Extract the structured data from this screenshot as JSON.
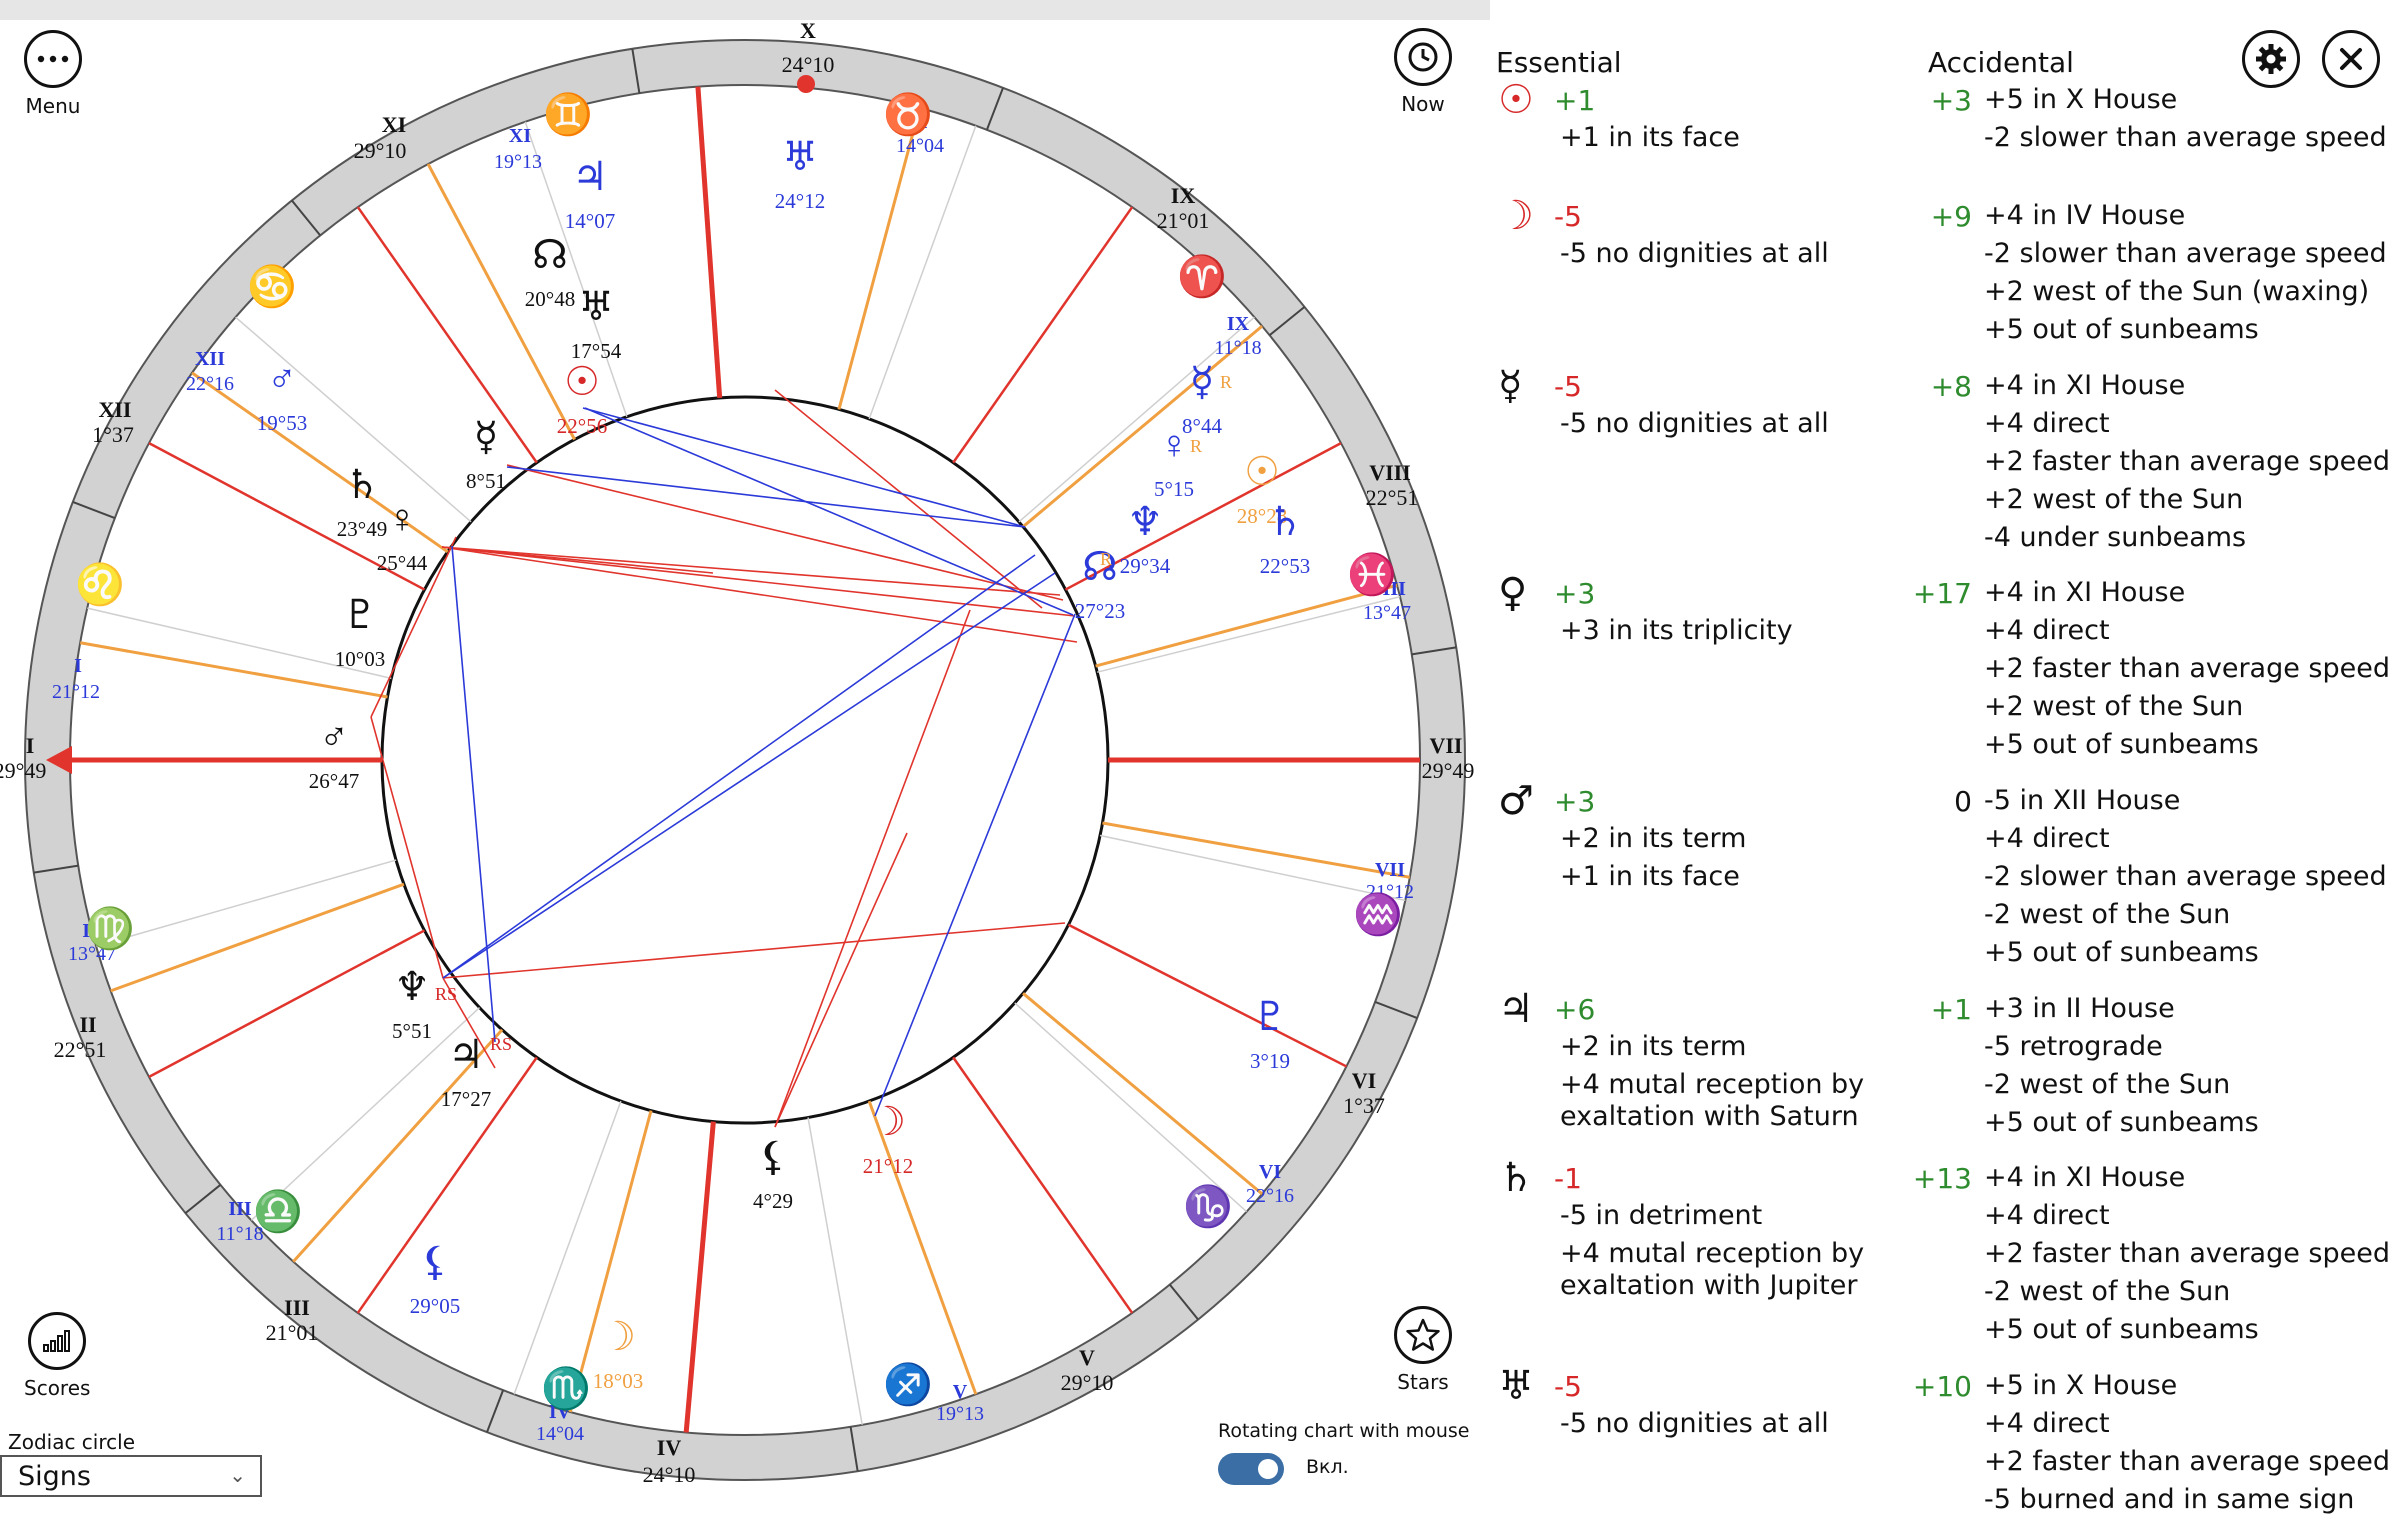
{
  "menu": {
    "label": "Menu",
    "icon": "more-icon"
  },
  "now": {
    "label": "Now",
    "icon": "clock-icon"
  },
  "scores": {
    "label": "Scores",
    "icon": "signal-bars-icon"
  },
  "stars": {
    "label": "Stars",
    "icon": "star-icon"
  },
  "settings_icon": "gear-icon",
  "close_icon": "close-icon",
  "zodiac_circle": {
    "label": "Zodiac circle",
    "value": "Signs"
  },
  "rotating": {
    "label": "Rotating chart with mouse",
    "state": "Вкл.",
    "on": true
  },
  "chart": {
    "houses": [
      {
        "num": "X",
        "deg": "24°10"
      },
      {
        "num": "XI",
        "deg": "29°10"
      },
      {
        "num": "XII",
        "deg": "1°37"
      },
      {
        "num": "I",
        "deg": "29°49"
      },
      {
        "num": "II",
        "deg": "22°51"
      },
      {
        "num": "III",
        "deg": "21°01"
      },
      {
        "num": "IV",
        "deg": "24°10"
      },
      {
        "num": "V",
        "deg": "29°10"
      },
      {
        "num": "VI",
        "deg": "1°37"
      },
      {
        "num": "VII",
        "deg": "29°49"
      },
      {
        "num": "VIII",
        "deg": "22°51"
      },
      {
        "num": "IX",
        "deg": "21°01"
      }
    ],
    "cusps_blue": [
      {
        "num": "X",
        "deg": "14°04"
      },
      {
        "num": "XI",
        "deg": "19°13"
      },
      {
        "num": "XII",
        "deg": "22°16"
      },
      {
        "num": "I",
        "deg": "21°12"
      },
      {
        "num": "II",
        "deg": "13°47"
      },
      {
        "num": "III",
        "deg": "11°18"
      },
      {
        "num": "IV",
        "deg": "14°04"
      },
      {
        "num": "V",
        "deg": "19°13"
      },
      {
        "num": "VI",
        "deg": "22°16"
      },
      {
        "num": "VII",
        "deg": "21°12"
      },
      {
        "num": "VIII",
        "deg": "13°47"
      },
      {
        "num": "IX",
        "deg": "11°18"
      }
    ],
    "planets": [
      {
        "glyph": "♅",
        "deg": "24°12"
      },
      {
        "glyph": "♃",
        "deg": "14°07"
      },
      {
        "glyph": "☊",
        "deg": "20°48"
      },
      {
        "glyph": "♅",
        "deg": "17°54"
      },
      {
        "glyph": "☉",
        "deg": "22°56"
      },
      {
        "glyph": "♂",
        "deg": "19°53"
      },
      {
        "glyph": "☿",
        "deg": "8°51"
      },
      {
        "glyph": "♄",
        "deg": "23°49"
      },
      {
        "glyph": "♀",
        "deg": "25°44"
      },
      {
        "glyph": "♇",
        "deg": "10°03"
      },
      {
        "glyph": "♂",
        "deg": "26°47"
      },
      {
        "glyph": "♆",
        "deg": "5°51"
      },
      {
        "glyph": "♃",
        "deg": "17°27"
      },
      {
        "glyph": "⚸",
        "deg": "4°29"
      },
      {
        "glyph": "☽",
        "deg": "21°12"
      },
      {
        "glyph": "⚸",
        "deg": "29°05"
      },
      {
        "glyph": "☽",
        "deg": "18°03"
      },
      {
        "glyph": "♇",
        "deg": "3°19"
      },
      {
        "glyph": "☿",
        "deg": "8°44"
      },
      {
        "glyph": "♀",
        "deg": "5°15"
      },
      {
        "glyph": "☉",
        "deg": "28°28"
      },
      {
        "glyph": "♄",
        "deg": "22°53"
      },
      {
        "glyph": "♆",
        "deg": "29°34"
      },
      {
        "glyph": "☊",
        "deg": "27°23"
      }
    ],
    "retro_marks": [
      "R",
      "R",
      "R",
      "RS",
      "RS"
    ]
  },
  "panel": {
    "essential_header": "Essential",
    "accidental_header": "Accidental",
    "rows": [
      {
        "icon": "sun-icon",
        "glyph": "☉",
        "ess_score": "+1",
        "ess_lines": [
          "+1 in its face"
        ],
        "acc_score": "+3",
        "acc_lines": [
          "+5 in X House",
          "-2 slower than average speed"
        ]
      },
      {
        "icon": "moon-icon",
        "glyph": "☽",
        "ess_score": "-5",
        "ess_lines": [
          "-5 no dignities at all"
        ],
        "acc_score": "+9",
        "acc_lines": [
          "+4 in IV House",
          "-2 slower than average speed",
          "+2 west of the Sun (waxing)",
          "+5 out of sunbeams"
        ]
      },
      {
        "icon": "mercury-icon",
        "glyph": "☿",
        "ess_score": "-5",
        "ess_lines": [
          "-5 no dignities at all"
        ],
        "acc_score": "+8",
        "acc_lines": [
          "+4 in XI House",
          "+4 direct",
          "+2 faster than average speed",
          "+2 west of the Sun",
          "-4 under sunbeams"
        ]
      },
      {
        "icon": "venus-icon",
        "glyph": "♀",
        "ess_score": "+3",
        "ess_lines": [
          "+3 in its triplicity"
        ],
        "acc_score": "+17",
        "acc_lines": [
          "+4 in XI House",
          "+4 direct",
          "+2 faster than average speed",
          "+2 west of the Sun",
          "+5 out of sunbeams"
        ]
      },
      {
        "icon": "mars-icon",
        "glyph": "♂",
        "ess_score": "+3",
        "ess_lines": [
          "+2 in its term",
          "+1 in its face"
        ],
        "acc_score": "0",
        "acc_lines": [
          "-5 in XII House",
          "+4 direct",
          "-2 slower than average speed",
          "-2 west of the Sun",
          "+5 out of sunbeams"
        ]
      },
      {
        "icon": "jupiter-icon",
        "glyph": "♃",
        "ess_score": "+6",
        "ess_lines": [
          "+2 in its term",
          "+4 mutal reception by",
          "exaltation with Saturn"
        ],
        "acc_score": "+1",
        "acc_lines": [
          "+3 in II House",
          "-5 retrograde",
          "-2 west of the Sun",
          "+5 out of sunbeams"
        ]
      },
      {
        "icon": "saturn-icon",
        "glyph": "♄",
        "ess_score": "-1",
        "ess_lines": [
          "-5  in detriment",
          "+4 mutal reception by",
          "exaltation with Jupiter"
        ],
        "acc_score": "+13",
        "acc_lines": [
          "+4 in XI House",
          "+4 direct",
          "+2 faster than average speed",
          "-2 west of the Sun",
          "+5 out of sunbeams"
        ]
      },
      {
        "icon": "uranus-icon",
        "glyph": "♅",
        "ess_score": "-5",
        "ess_lines": [
          "-5 no dignities at all"
        ],
        "acc_score": "+10",
        "acc_lines": [
          "+5 in X House",
          "+4 direct",
          "+2 faster than average speed",
          "-5 burned and in same sign"
        ]
      }
    ]
  }
}
